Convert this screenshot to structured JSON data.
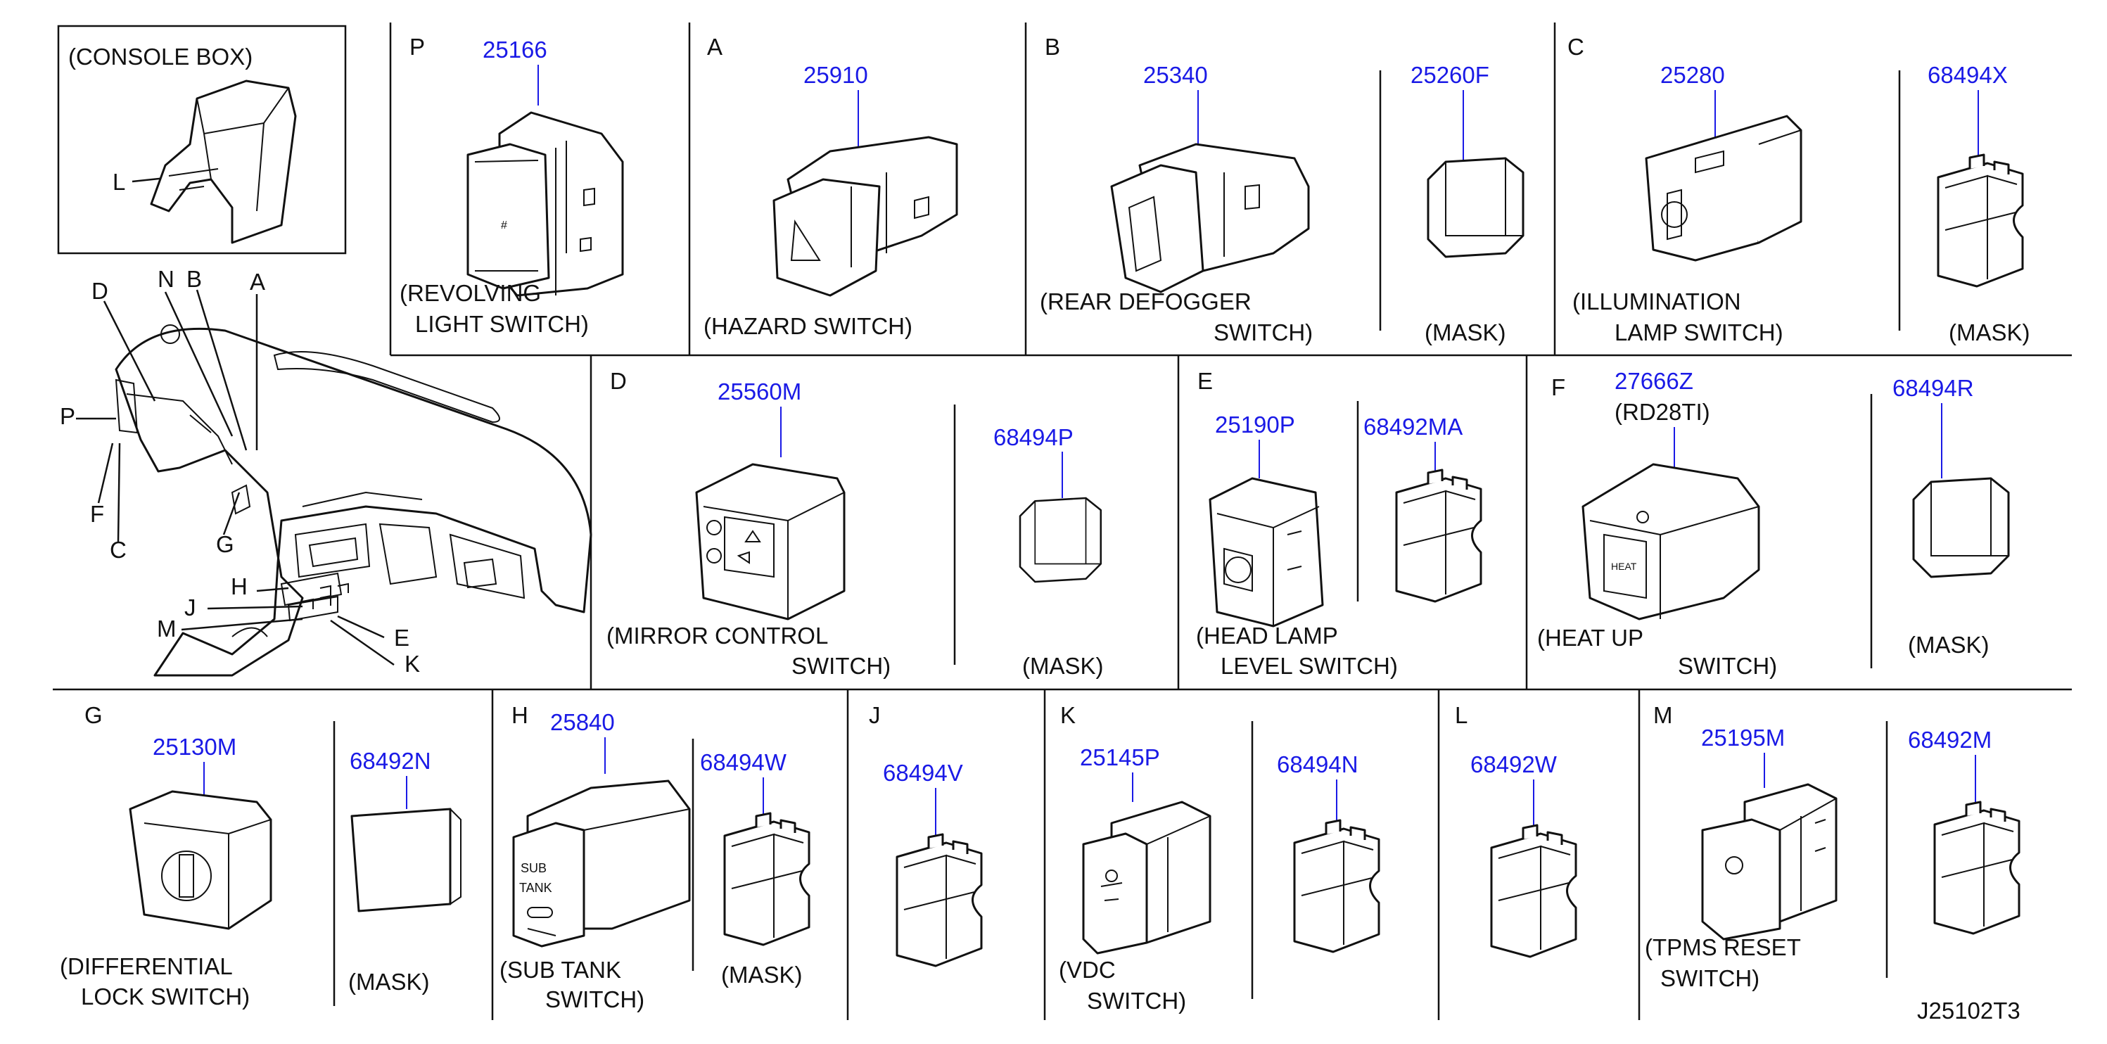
{
  "diagram_code": "J25102T3",
  "overview": {
    "console_label": "(CONSOLE  BOX)",
    "console_callout": "L",
    "callouts": [
      "D",
      "N",
      "B",
      "A",
      "P",
      "F",
      "C",
      "G",
      "H",
      "J",
      "M",
      "E",
      "K"
    ]
  },
  "cells": [
    {
      "letter": "P",
      "parts": [
        "25166"
      ],
      "caption": [
        "(REVOLVING",
        "LIGHT  SWITCH)"
      ]
    },
    {
      "letter": "A",
      "parts": [
        "25910"
      ],
      "caption": [
        "(HAZARD  SWITCH)"
      ]
    },
    {
      "letter": "B",
      "parts": [
        "25340",
        "25260F"
      ],
      "caption": [
        "(REAR  DEFOGGER",
        "SWITCH)"
      ],
      "mask": "(MASK)"
    },
    {
      "letter": "C",
      "parts": [
        "25280",
        "68494X"
      ],
      "caption": [
        "(ILLUMINATION",
        "LAMP  SWITCH)"
      ],
      "mask": "(MASK)"
    },
    {
      "letter": "D",
      "parts": [
        "25560M",
        "68494P"
      ],
      "caption": [
        "(MIRROR  CONTROL",
        "SWITCH)"
      ],
      "mask": "(MASK)"
    },
    {
      "letter": "E",
      "parts": [
        "25190P",
        "68492MA"
      ],
      "caption": [
        "(HEAD  LAMP",
        "LEVEL  SWITCH)"
      ]
    },
    {
      "letter": "F",
      "parts": [
        "27666Z",
        "68494R"
      ],
      "note": "(RD28TI)",
      "caption": [
        "(HEAT  UP",
        "SWITCH)"
      ],
      "mask": "(MASK)"
    },
    {
      "letter": "G",
      "parts": [
        "25130M",
        "68492N"
      ],
      "caption": [
        "(DIFFERENTIAL",
        "LOCK  SWITCH)"
      ],
      "mask": "(MASK)"
    },
    {
      "letter": "H",
      "parts": [
        "25840",
        "68494W"
      ],
      "caption": [
        "(SUB  TANK",
        "SWITCH)"
      ],
      "mask": "(MASK)",
      "switch_text": [
        "SUB",
        "TANK"
      ]
    },
    {
      "letter": "J",
      "parts": [
        "68494V"
      ]
    },
    {
      "letter": "K",
      "parts": [
        "25145P",
        "68494N"
      ],
      "caption": [
        "(VDC",
        "SWITCH)"
      ]
    },
    {
      "letter": "L",
      "parts": [
        "68492W"
      ]
    },
    {
      "letter": "M",
      "parts": [
        "25195M",
        "68492M"
      ],
      "caption": [
        "(TPMS  RESET",
        "SWITCH)"
      ]
    }
  ],
  "colors": {
    "part_number": "#1a1ae6",
    "line": "#111111",
    "background": "#ffffff"
  }
}
